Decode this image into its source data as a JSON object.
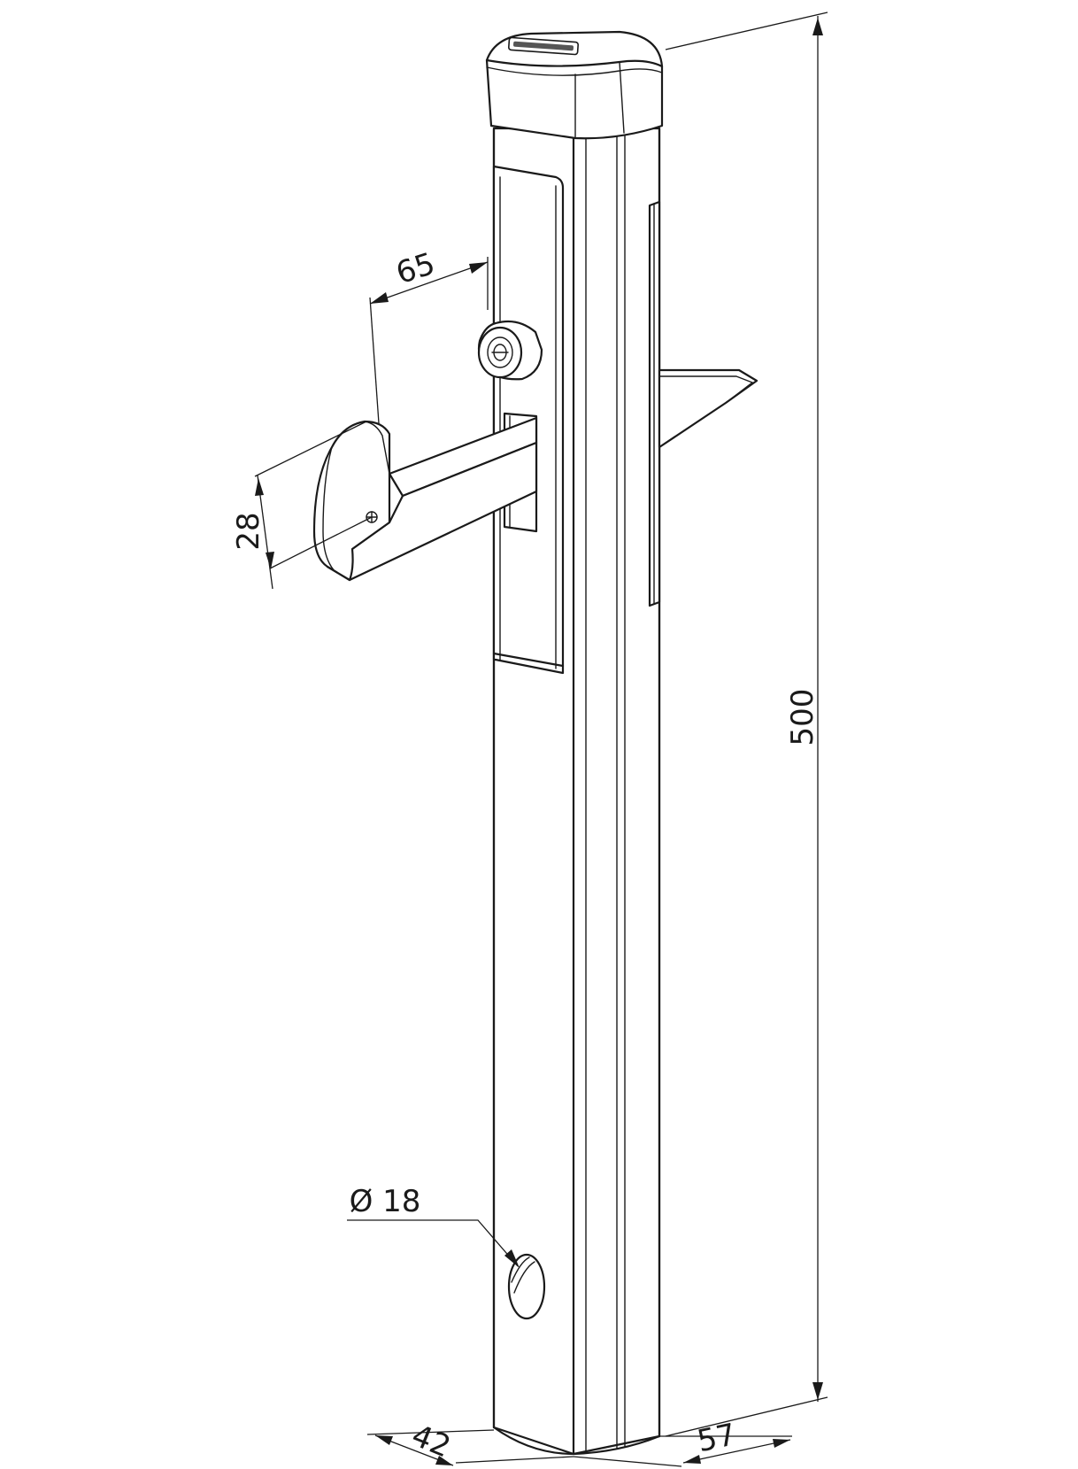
{
  "dimensions": {
    "height": "500",
    "latch_reach": "65",
    "latch_thickness": "28",
    "hole_diameter": "Ø 18",
    "depth": "42",
    "width": "57"
  }
}
